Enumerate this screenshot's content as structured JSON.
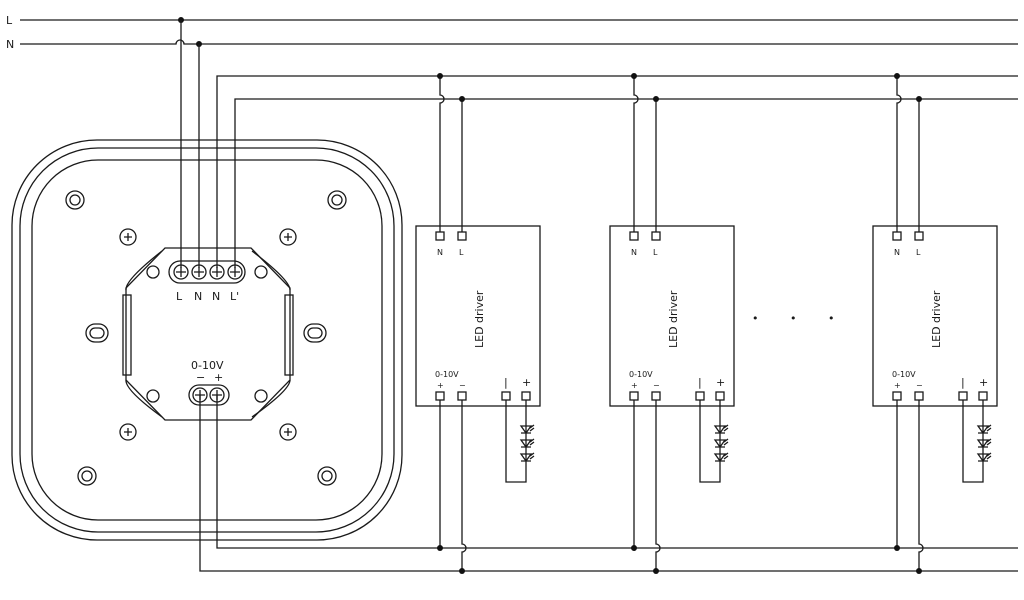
{
  "lines": {
    "l_label": "L",
    "n_label": "N"
  },
  "switch": {
    "terminals": [
      "L",
      "N",
      "N",
      "L'"
    ],
    "control_label": "0-10V",
    "control_minus": "−",
    "control_plus": "+"
  },
  "driver": {
    "title": "LED driver",
    "n_label": "N",
    "l_label": "L",
    "control_label": "0-10V",
    "ctrl_plus": "+",
    "ctrl_minus": "−",
    "out_minus": "|",
    "out_plus": "+",
    "count_shown": 3
  },
  "ellipsis": "• • •"
}
